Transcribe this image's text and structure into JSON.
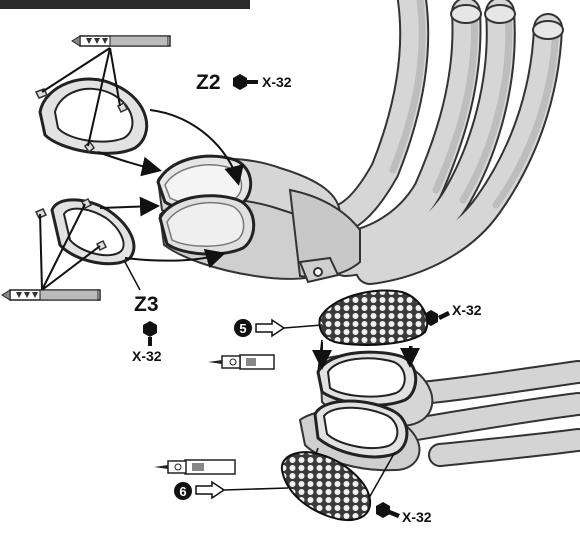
{
  "labels": {
    "z2": "Z2",
    "z3": "Z3",
    "x32_z2": "X-32",
    "x32_z3": "X-32",
    "x32_step5": "X-32",
    "x32_step6": "X-32"
  },
  "step_badges": {
    "step5": "5",
    "step6": "6"
  },
  "icons": [
    "hex-nut-icon",
    "utility-knife-icon",
    "adhesive-tube-icon",
    "arrow-icon"
  ],
  "colors": {
    "pipe_fill": "#d6d6d6",
    "pipe_shade": "#b9b9b9",
    "outline": "#333333",
    "gasket": "#e2e2e2",
    "heading_bar": "#2a2a2a"
  }
}
